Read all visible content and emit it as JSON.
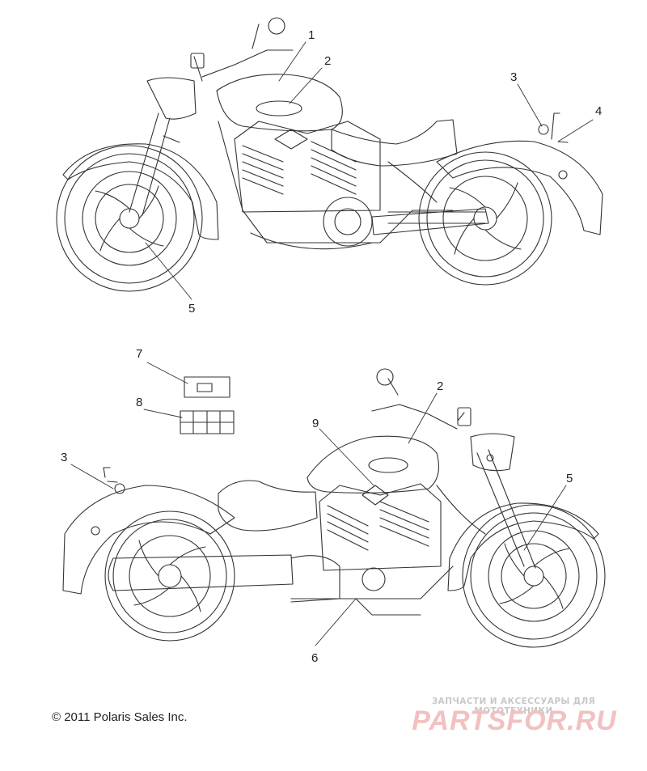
{
  "callouts": {
    "c1": "1",
    "c2": "2",
    "c3": "3",
    "c4": "4",
    "c5": "5",
    "c6": "6",
    "c7": "7",
    "c8": "8",
    "c9": "9"
  },
  "copyright": "© 2011 Polaris Sales Inc.",
  "watermark": {
    "tagline": "ЗАПЧАСТИ И АКСЕССУАРЫ ДЛЯ МОТОТЕХНИКИ",
    "brand": "PARTSFOR.RU"
  },
  "colors": {
    "line": "#333333",
    "watermark_text": "#f2c0c0",
    "watermark_tagline": "#c8c8c8"
  }
}
